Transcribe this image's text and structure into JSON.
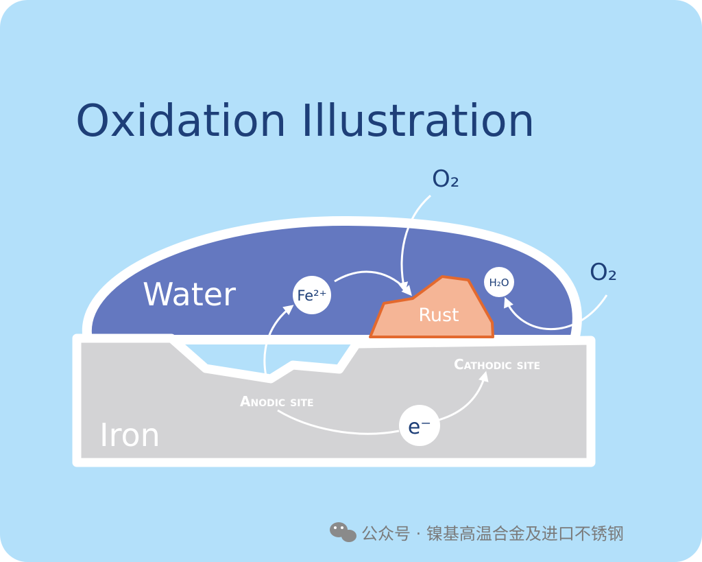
{
  "title": "Oxidation Illustration",
  "labels": {
    "water": "Water",
    "iron": "Iron",
    "rust": "Rust",
    "anodic_site": "Anodic site",
    "cathodic_site": "Cathodic site",
    "oxygen_top": "O₂",
    "oxygen_right": "O₂",
    "iron_ion": "Fe²⁺",
    "water_molecule": "H₂O",
    "electron": "e⁻"
  },
  "watermark": {
    "text": "公众号 · 镍基高温合金及进口不锈钢",
    "icon": "wechat-icon"
  },
  "colors": {
    "background": "#b3e0fa",
    "title": "#1e3f78",
    "water": "#6478c0",
    "iron": "#d3d3d5",
    "rust_fill": "#f5b596",
    "rust_stroke": "#e3692e",
    "outline": "#ffffff",
    "dark_text": "#1e3f78"
  }
}
